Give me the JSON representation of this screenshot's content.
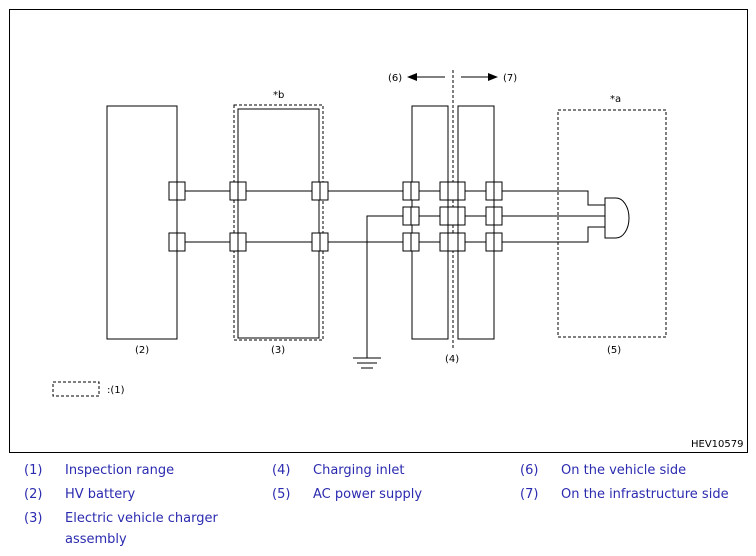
{
  "diagram": {
    "code": "HEV10579",
    "labels": {
      "hv_battery": "(2)",
      "charger": "(3)",
      "inlet": "(4)",
      "ac_supply": "(5)",
      "vehicle_side": "(6)",
      "infra_side": "(7)",
      "star_a": "*a",
      "star_b": "*b",
      "legend_key": ":(1)"
    }
  },
  "legend": {
    "items": [
      {
        "num": "(1)",
        "text": "Inspection range"
      },
      {
        "num": "(2)",
        "text": "HV battery"
      },
      {
        "num": "(3)",
        "text": "Electric vehicle charger",
        "text2": "assembly"
      },
      {
        "num": "(4)",
        "text": "Charging inlet"
      },
      {
        "num": "(5)",
        "text": "AC power supply"
      },
      {
        "num": "(6)",
        "text": "On the vehicle side"
      },
      {
        "num": "(7)",
        "text": "On the infrastructure side"
      }
    ]
  }
}
